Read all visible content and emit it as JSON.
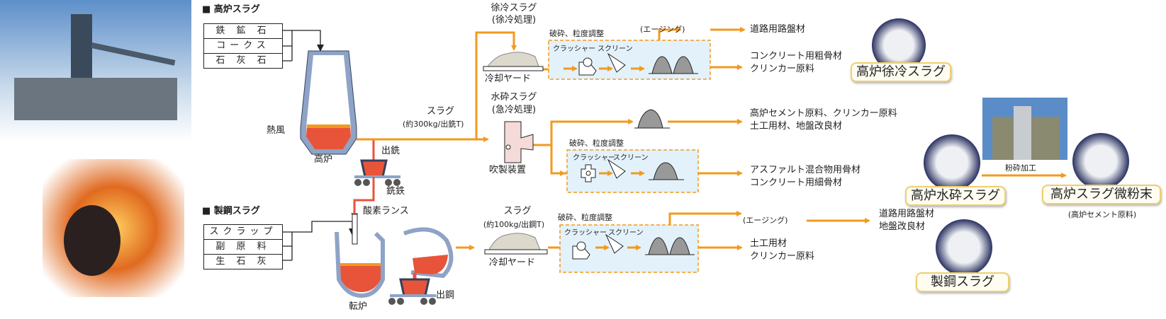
{
  "blast_furnace_section": {
    "title": "■ 高炉スラグ",
    "inputs": [
      "鉄 鉱 石",
      "コークス",
      "石 灰 石"
    ],
    "hot_air": "熱風",
    "furnace": "高炉",
    "slag": "スラグ",
    "slag_amount": "(約300kg/出銑T)",
    "tapping": "出銑",
    "pig_iron": "銑鉄",
    "slow_cooled": {
      "title": "徐冷スラグ",
      "sub": "(徐冷処理)",
      "yard": "冷却ヤード"
    },
    "granulated": {
      "title": "水砕スラグ",
      "sub": "(急冷処理)",
      "device": "吹製装置"
    }
  },
  "steel_section": {
    "title": "■ 製鋼スラグ",
    "inputs": [
      "スクラップ",
      "副 原 料",
      "生 石 灰"
    ],
    "lance": "酸素ランス",
    "converter": "転炉",
    "tapping": "出鋼",
    "slag": "スラグ",
    "slag_amount": "(約100kg/出鋼T)",
    "yard": "冷却ヤード"
  },
  "process": {
    "crushing": "破砕、粒度調整",
    "crusher": "クラッシャー",
    "screen": "スクリーン",
    "aging": "(エージング)"
  },
  "uses": {
    "slow_aging": "道路用路盤材",
    "slow_main": [
      "コンクリート用粗骨材",
      "クリンカー原料"
    ],
    "gran_direct": [
      "高炉セメント原料、クリンカー原料",
      "土工用材、地盤改良材"
    ],
    "gran_processed": [
      "アスファルト混合物用骨材",
      "コンクリート用細骨材"
    ],
    "steel_aging": [
      "道路用路盤材",
      "地盤改良材"
    ],
    "steel_main": [
      "土工用材",
      "クリンカー原料"
    ]
  },
  "products": {
    "slow": "高炉徐冷スラグ",
    "granulated": "高炉水砕スラグ",
    "grinding": "粉砕加工",
    "powder": "高炉スラグ微粉末",
    "powder_sub": "(高炉セメント原料)",
    "steel": "製鋼スラグ"
  },
  "colors": {
    "flow": "#f29a1e",
    "molten": "#e8543a",
    "furnace_wall": "#8ea3c6",
    "process_box": "#e3f1fb"
  }
}
